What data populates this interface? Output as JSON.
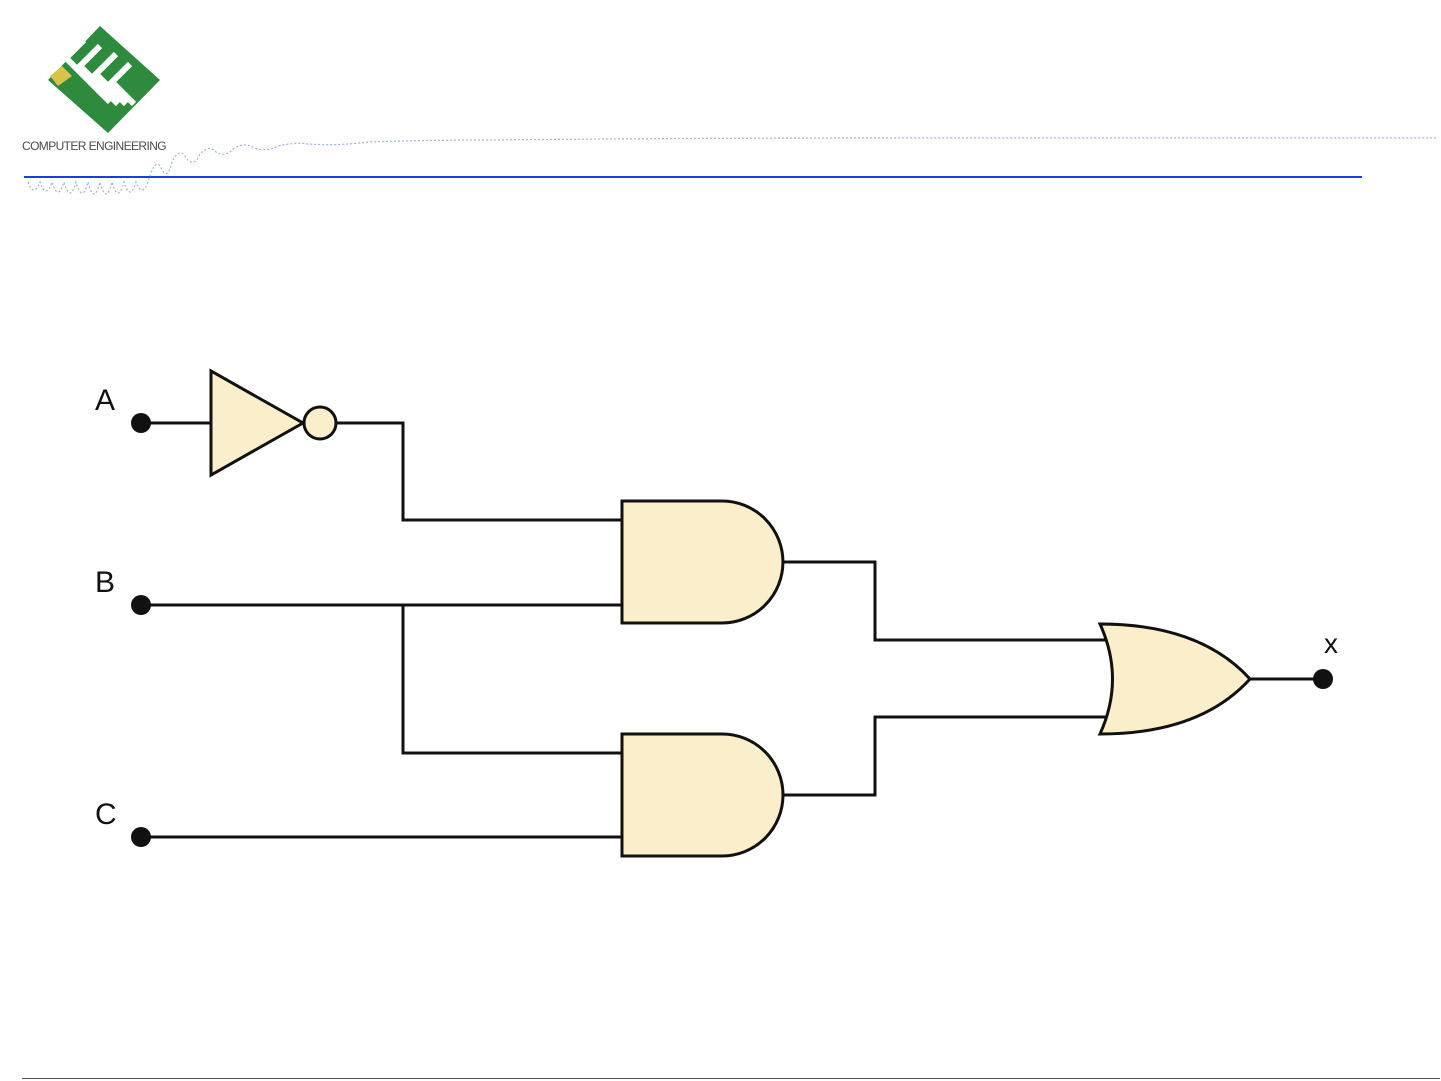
{
  "header": {
    "logo_text": "COMPUTER ENGINEERING",
    "accent_color": "#1a3fd6",
    "logo_color": "#2e8b3e",
    "logo_accent_color": "#d8c24a"
  },
  "circuit": {
    "inputs": [
      {
        "label": "A"
      },
      {
        "label": "B"
      },
      {
        "label": "C"
      }
    ],
    "output": {
      "label": "x"
    },
    "gates": [
      {
        "type": "NOT",
        "inputs": [
          "A"
        ]
      },
      {
        "type": "AND",
        "inputs": [
          "NOT A",
          "B"
        ]
      },
      {
        "type": "AND",
        "inputs": [
          "B",
          "C"
        ]
      },
      {
        "type": "OR",
        "inputs": [
          "AND1",
          "AND2"
        ],
        "output": "x"
      }
    ],
    "gate_fill": "#fbeecb",
    "wire_color": "#111111"
  }
}
